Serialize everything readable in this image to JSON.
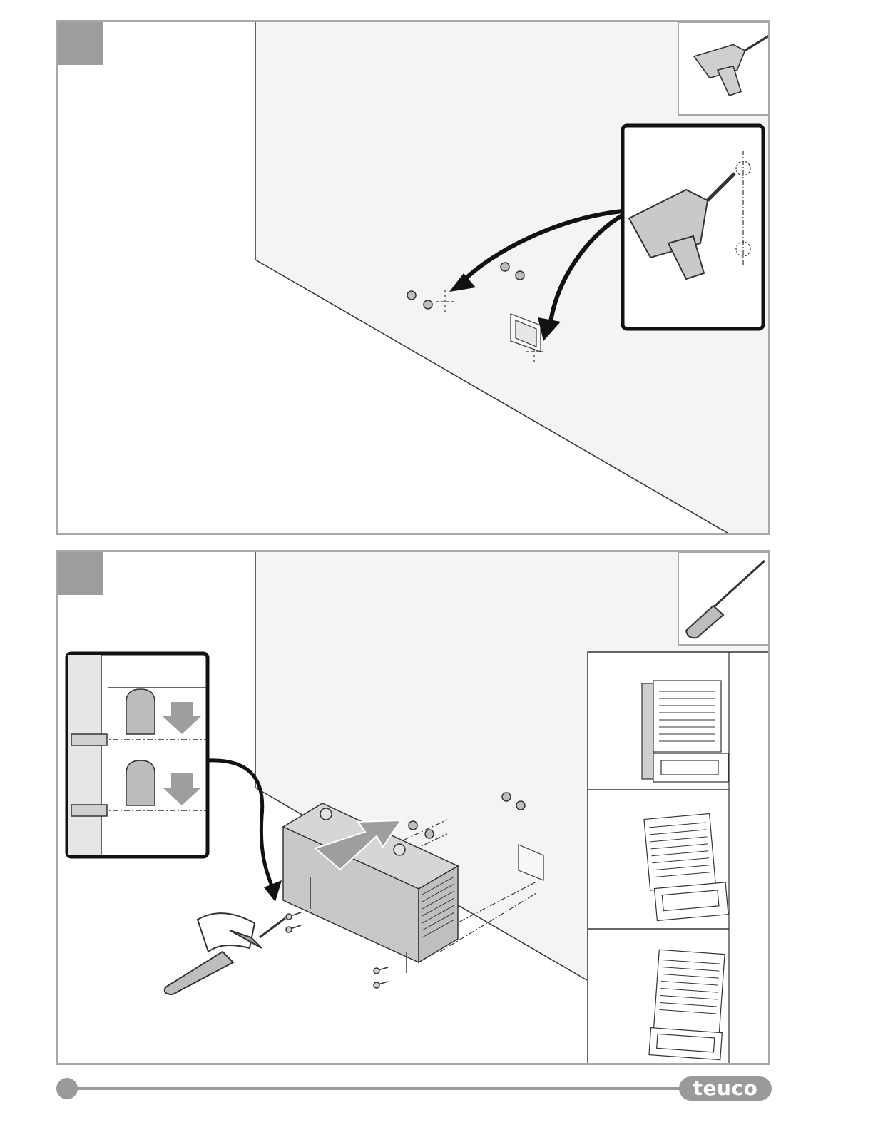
{
  "document": {
    "type": "installation-instructions",
    "panels": [
      {
        "name": "step-drill-holes",
        "tool_icon": "drill-icon"
      },
      {
        "name": "step-mount-unit",
        "tool_icon": "screwdriver-icon"
      }
    ]
  },
  "footer": {
    "brand": "teuco"
  },
  "colors": {
    "frame": "#a8a8a8",
    "wall": "#f4f4f4",
    "tab": "#9d9d9d",
    "ink": "#1a1a1a"
  }
}
